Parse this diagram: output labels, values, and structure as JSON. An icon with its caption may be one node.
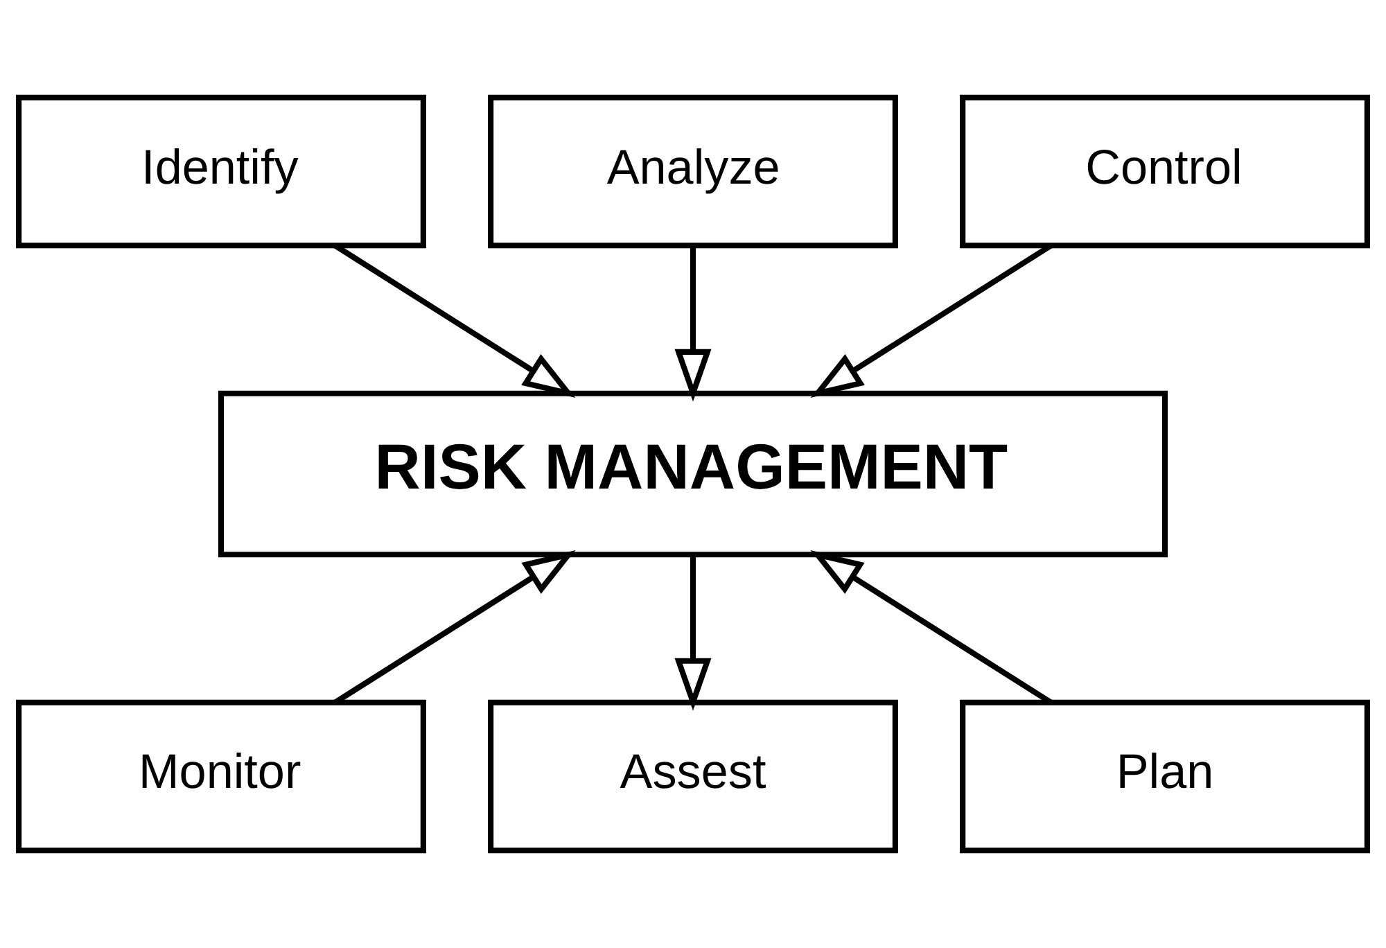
{
  "diagram": {
    "nodes": [
      {
        "text": [
          "Identify"
        ]
      },
      {
        "text": [
          "Analyze"
        ]
      },
      {
        "text": [
          "Control"
        ]
      },
      {
        "text": [
          "RISK MANAGEMENT"
        ]
      },
      {
        "text": [
          "Monitor"
        ]
      },
      {
        "text": [
          "Assest"
        ]
      },
      {
        "text": [
          "Plan"
        ]
      }
    ],
    "edges": [
      {
        "from": 0,
        "to": 3,
        "arrow": "to"
      },
      {
        "from": 1,
        "to": 3,
        "arrow": "to"
      },
      {
        "from": 2,
        "to": 3,
        "arrow": "to"
      },
      {
        "from": 4,
        "to": 3,
        "arrow": "to"
      },
      {
        "from": 3,
        "to": 5,
        "arrow": "to"
      },
      {
        "from": 6,
        "to": 3,
        "arrow": "to"
      }
    ]
  }
}
